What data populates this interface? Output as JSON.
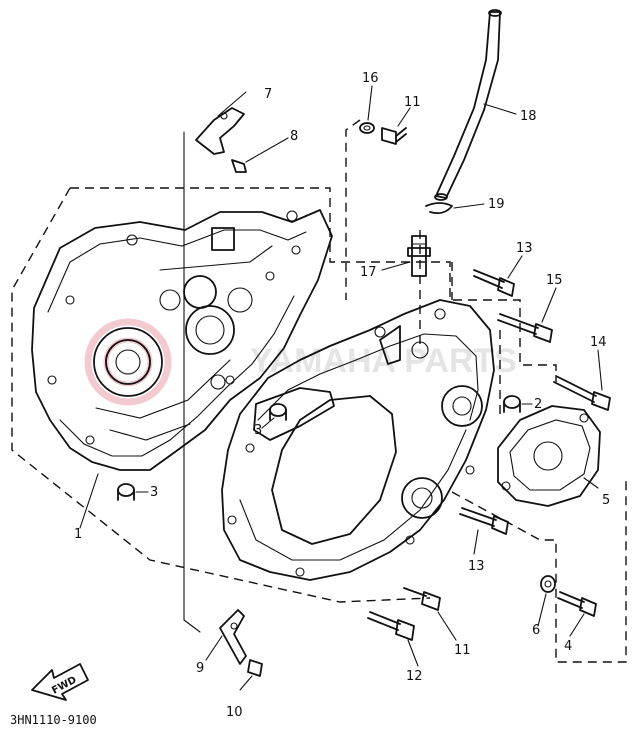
{
  "diagram": {
    "callouts": [
      {
        "id": "p1",
        "text": "1"
      },
      {
        "id": "p2",
        "text": "2"
      },
      {
        "id": "p3a",
        "text": "3"
      },
      {
        "id": "p3b",
        "text": "3"
      },
      {
        "id": "p4",
        "text": "4"
      },
      {
        "id": "p5",
        "text": "5"
      },
      {
        "id": "p6",
        "text": "6"
      },
      {
        "id": "p7",
        "text": "7"
      },
      {
        "id": "p8",
        "text": "8"
      },
      {
        "id": "p9",
        "text": "9"
      },
      {
        "id": "p10",
        "text": "10"
      },
      {
        "id": "p11a",
        "text": "11"
      },
      {
        "id": "p11b",
        "text": "11"
      },
      {
        "id": "p12",
        "text": "12"
      },
      {
        "id": "p13a",
        "text": "13"
      },
      {
        "id": "p13b",
        "text": "13"
      },
      {
        "id": "p14",
        "text": "14"
      },
      {
        "id": "p15",
        "text": "15"
      },
      {
        "id": "p16",
        "text": "16"
      },
      {
        "id": "p17",
        "text": "17"
      },
      {
        "id": "p18",
        "text": "18"
      },
      {
        "id": "p19",
        "text": "19"
      }
    ],
    "direction_label": "FWD",
    "figure_code": "3HN1110-9100",
    "watermark_text": "YAMAHA PARTS",
    "watermark_color": "#e8a0a8"
  }
}
